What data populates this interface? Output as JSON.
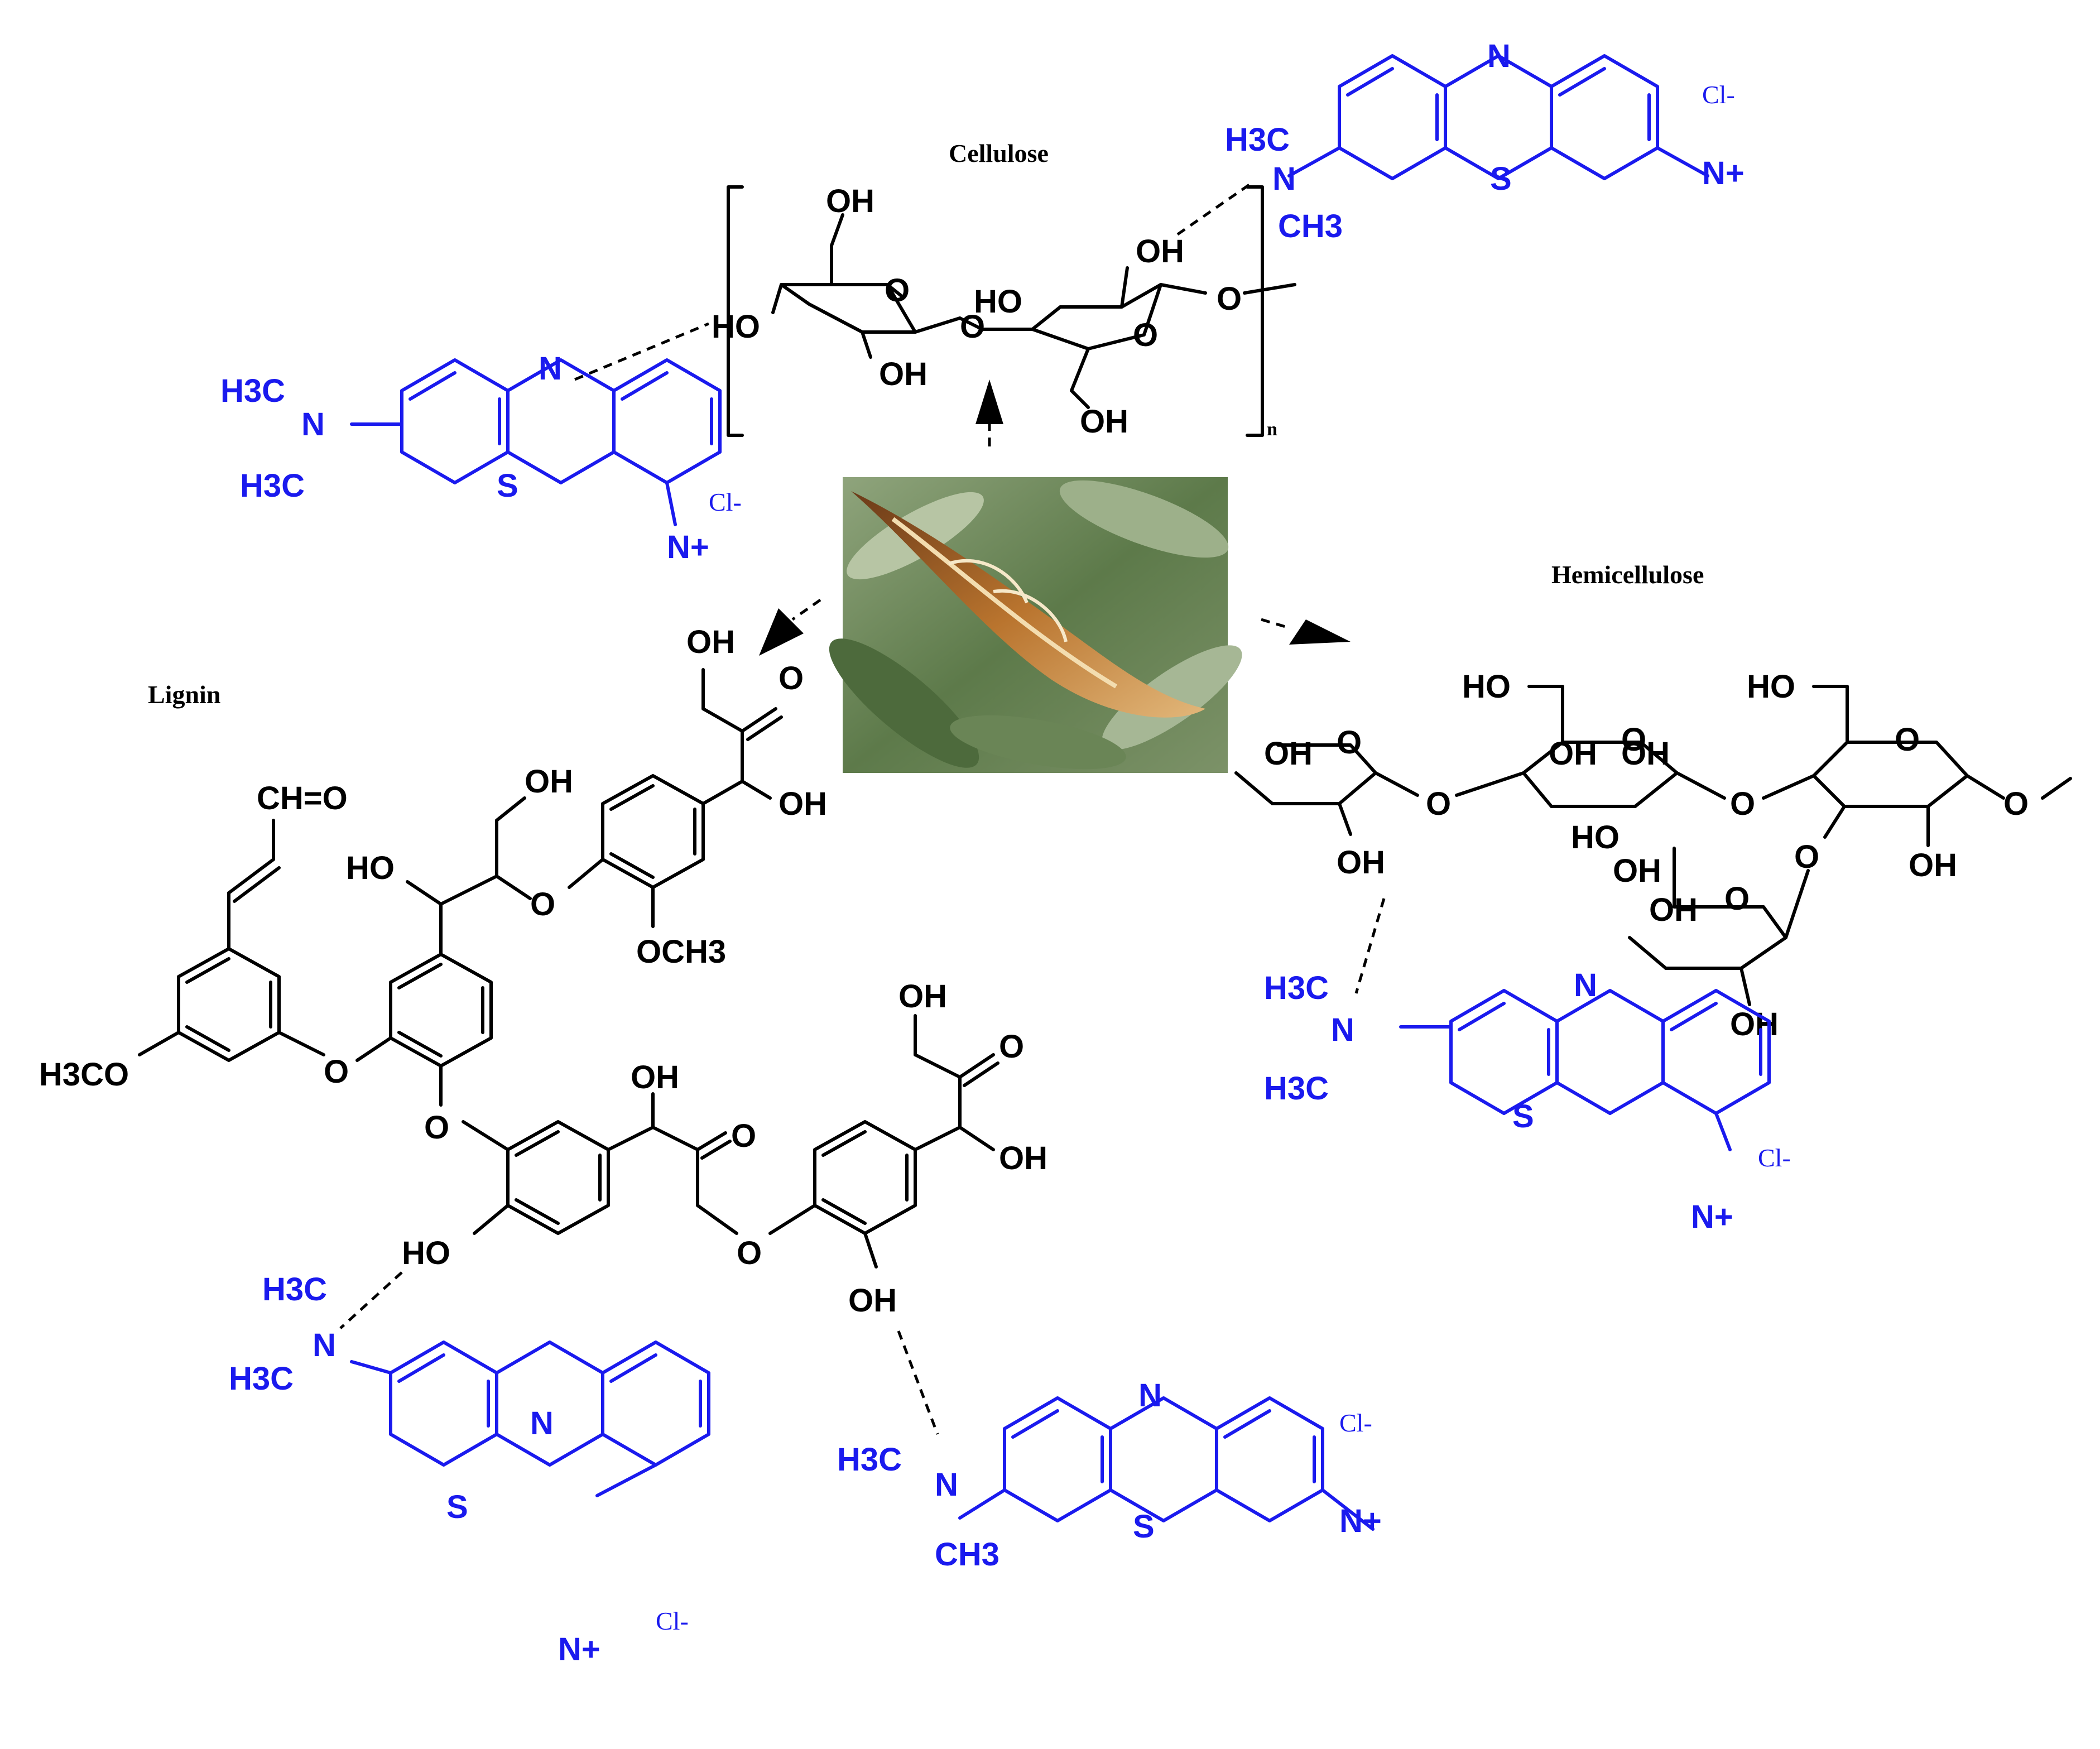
{
  "titles": {
    "cellulose": "Cellulose",
    "hemicellulose": "Hemicellulose",
    "lignin": "Lignin"
  },
  "colors": {
    "dye": "#1a1aee",
    "structure": "#000000",
    "photo_leaf": "#5d7a4a",
    "photo_pod": "#a8682a"
  },
  "photo": {
    "subject": "plant-seed-pod-photo"
  },
  "cellulose": {
    "groups": {
      "oh_top": "OH",
      "ho_left": "HO",
      "o_ring1": "O",
      "o_link": "O",
      "oh_b1": "OH",
      "ho_mid": "HO",
      "oh_top2": "OH",
      "o_ring2": "O",
      "o_end": "O",
      "oh_b2": "OH"
    },
    "repeat": "n"
  },
  "hemicellulose": {
    "groups": {
      "oh1": "OH",
      "o1": "O",
      "oh1b": "OH",
      "o_link1": "O",
      "ho2": "HO",
      "oh2a": "OH",
      "o2": "O",
      "oh2b": "OH",
      "o_link2": "O",
      "ho3": "HO",
      "o3": "O",
      "o_end": "O",
      "oh3": "OH",
      "o_branch": "O",
      "ho4": "HO",
      "oh4a": "OH",
      "oh4b": "OH",
      "o4": "O",
      "oh4c": "OH"
    }
  },
  "lignin": {
    "groups": {
      "cho": "CH=O",
      "och3_left": "H3CO",
      "o_link_a": "O",
      "o_link_b": "O",
      "oh_a": "OH",
      "ho_a": "HO",
      "o_link_c": "O",
      "och3_mid": "OCH3",
      "oh_top": "OH",
      "o_keto1": "O",
      "oh_b": "OH",
      "oh_c": "OH",
      "o_keto2": "O",
      "ho_b": "HO",
      "o_link_d": "O",
      "oh_d": "OH",
      "o_keto3": "O",
      "oh_e": "OH",
      "oh_f": "OH"
    }
  },
  "dyes": [
    {
      "id": "dye-top-right",
      "nme2_top": "H3C",
      "nme2_bot": "CH3",
      "n_amine": "N",
      "n_ring": "N",
      "s_ring": "S",
      "n_plus": "N+",
      "counter": "Cl-"
    },
    {
      "id": "dye-left",
      "nme2_top": "H3C",
      "nme2_bot": "H3C",
      "n_amine": "N",
      "n_ring": "N",
      "s_ring": "S",
      "n_plus": "N+",
      "counter": "Cl-"
    },
    {
      "id": "dye-right",
      "nme2_top": "H3C",
      "nme2_bot": "H3C",
      "n_amine": "N",
      "n_ring": "N",
      "s_ring": "S",
      "n_plus": "N+",
      "counter": "Cl-"
    },
    {
      "id": "dye-bottom-left",
      "nme2_top": "H3C",
      "nme2_bot": "H3C",
      "n_amine": "N",
      "n_ring": "N",
      "s_ring": "S",
      "n_plus": "N+",
      "counter": "Cl-"
    },
    {
      "id": "dye-bottom-mid",
      "nme2_top": "H3C",
      "nme2_bot": "CH3",
      "n_amine": "N",
      "n_ring": "N",
      "s_ring": "S",
      "n_plus": "N+",
      "counter": "Cl-"
    }
  ]
}
